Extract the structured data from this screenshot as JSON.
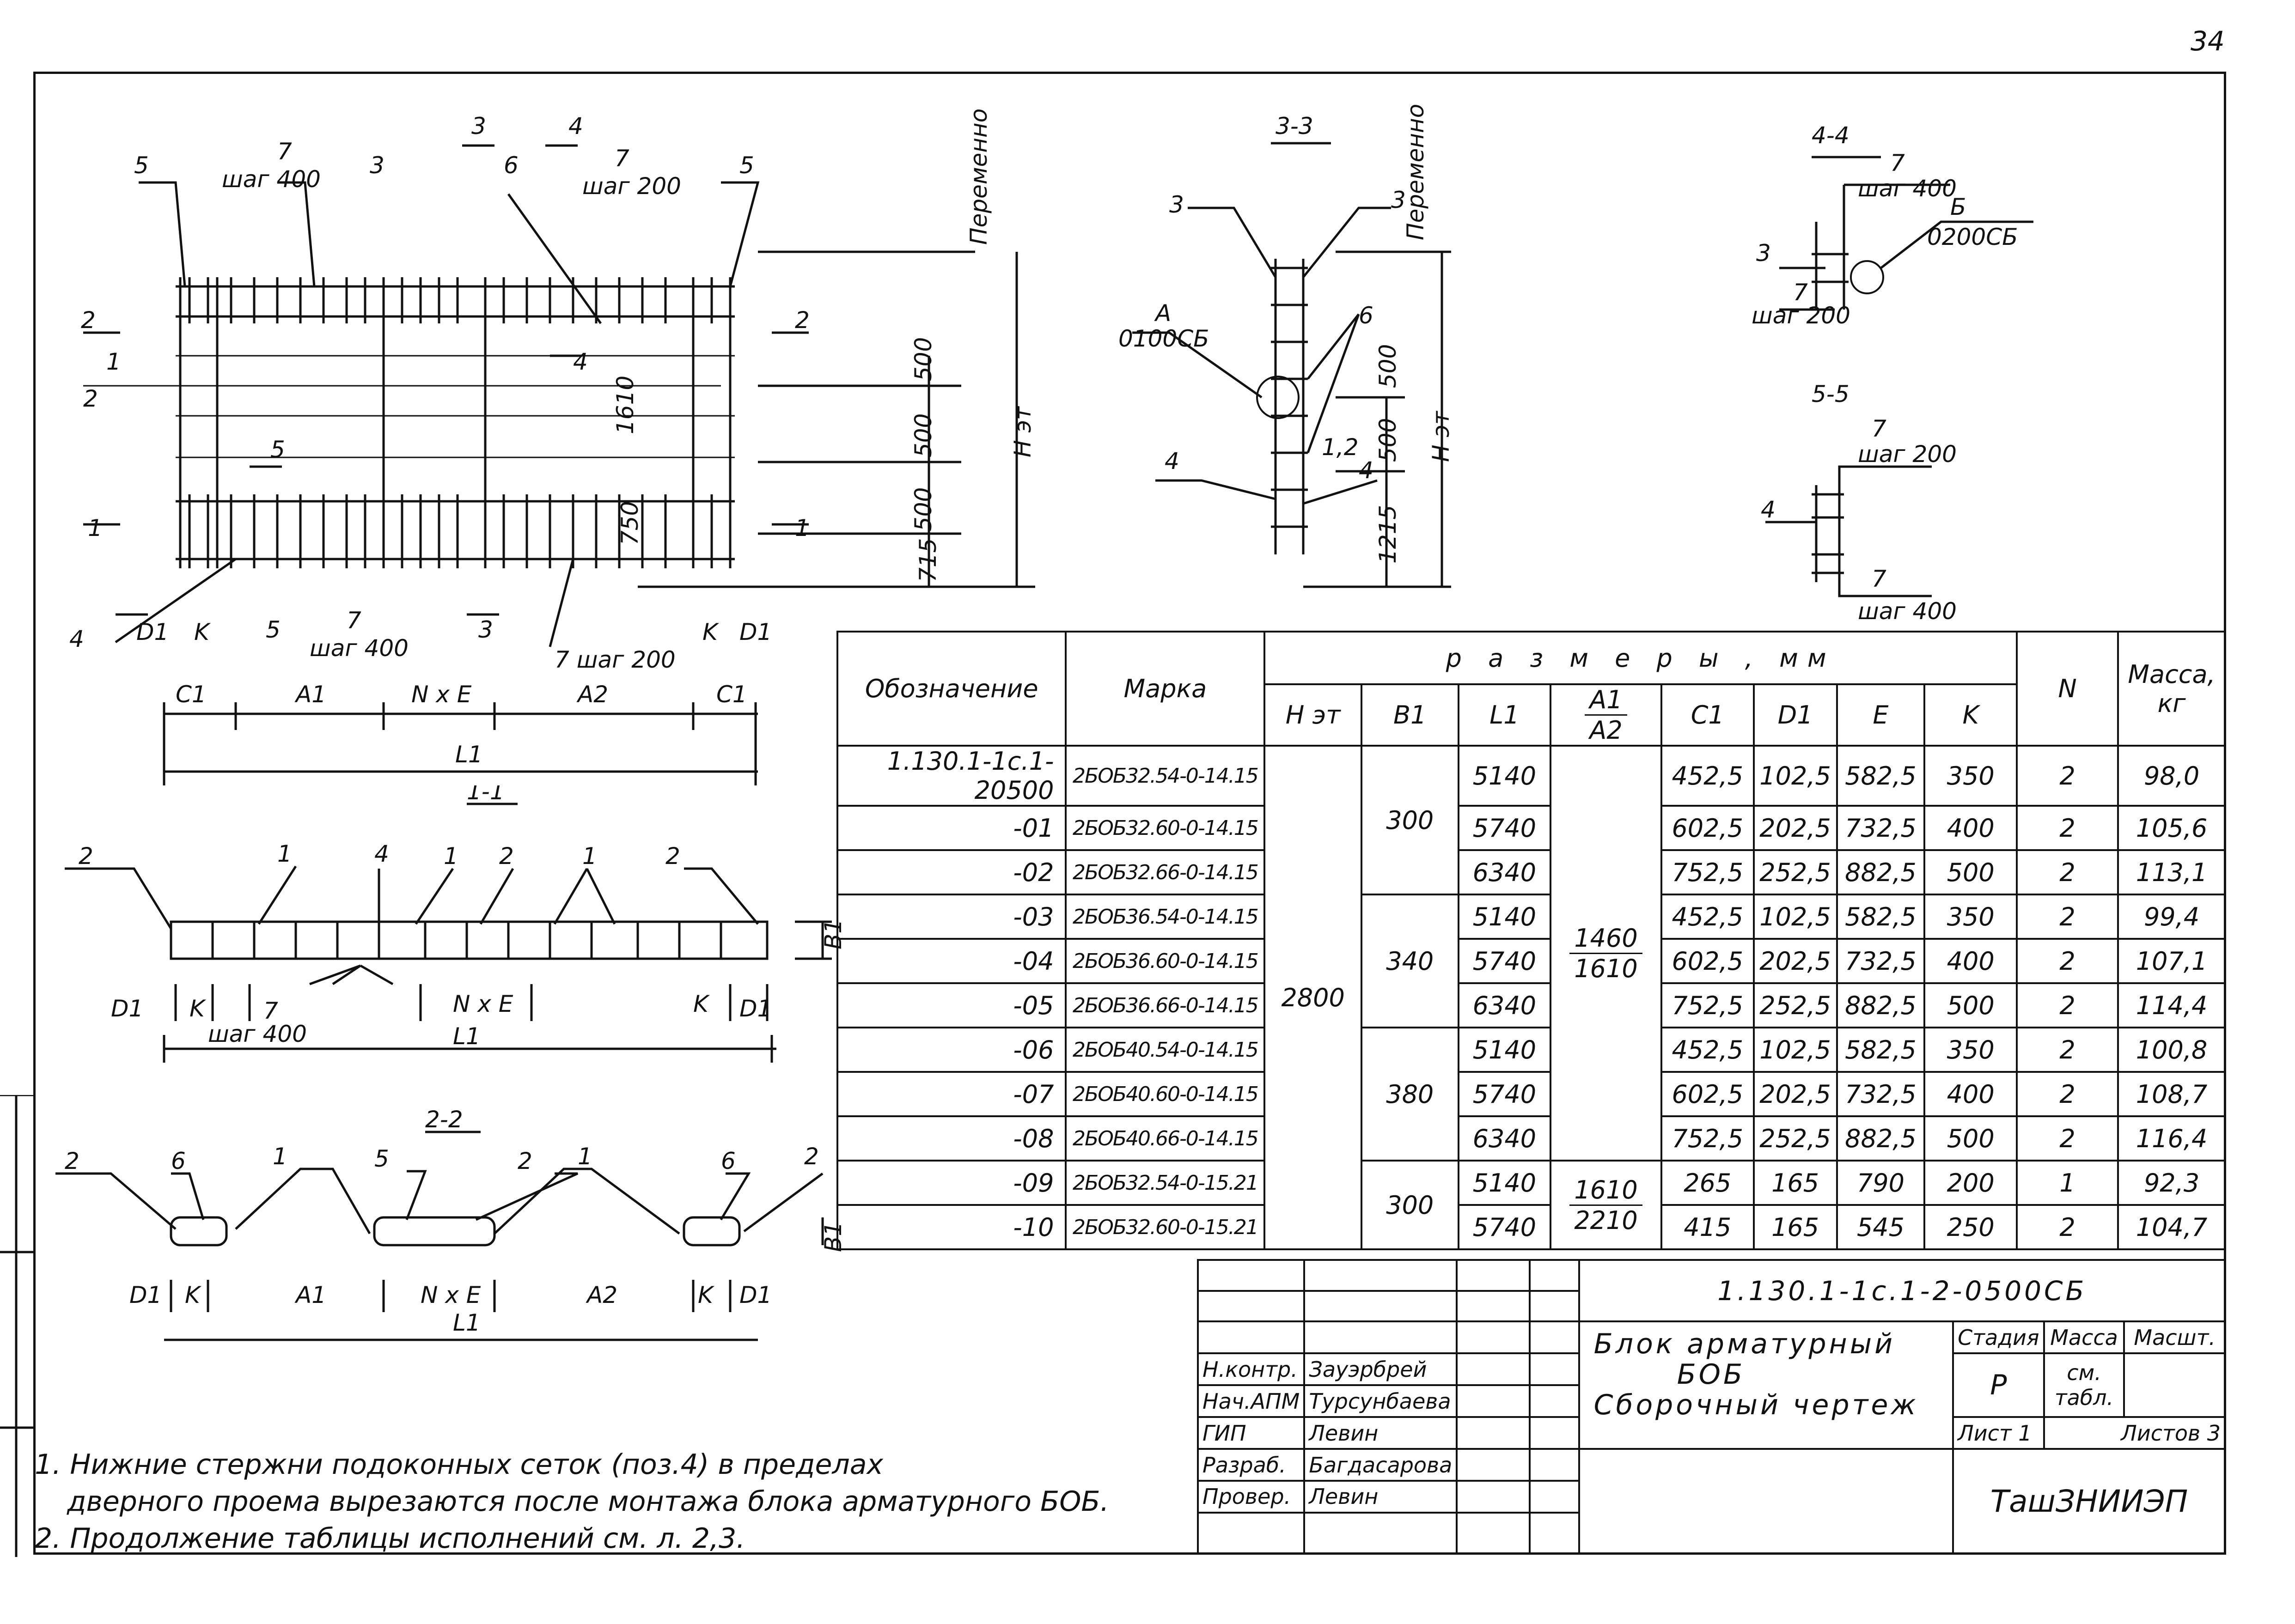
{
  "sheet_number": "34",
  "views": {
    "plan": {
      "labels": [
        "5",
        "7",
        "шаг 400",
        "3",
        "6",
        "7",
        "шаг 200",
        "5",
        "3",
        "4",
        "2",
        "2",
        "1",
        "2",
        "4",
        "5",
        "1",
        "1",
        "4",
        "5",
        "7",
        "шаг 400",
        "3",
        "7 шаг 200",
        "D1",
        "K",
        "K",
        "D1",
        "C1",
        "A1",
        "N x E",
        "A2",
        "C1",
        "L1"
      ],
      "dims": [
        "Переменно",
        "500",
        "500",
        "500",
        "1610",
        "750",
        "715",
        "H эт"
      ]
    },
    "section_3_3": {
      "title": "3-3",
      "labels": [
        "3",
        "3",
        "A",
        "0100СБ",
        "6",
        "1,2",
        "4",
        "4"
      ],
      "dims": [
        "Переменно",
        "500",
        "500",
        "1215",
        "H эт"
      ]
    },
    "section_4_4": {
      "title": "4-4",
      "labels": [
        "7",
        "шаг 400",
        "Б",
        "0200СБ",
        "3",
        "7",
        "шаг 200"
      ]
    },
    "section_5_5": {
      "title": "5-5",
      "labels": [
        "7",
        "шаг 200",
        "4",
        "7",
        "шаг 400"
      ]
    },
    "section_1_1": {
      "title": "1-1",
      "labels": [
        "2",
        "1",
        "4",
        "1",
        "2",
        "1",
        "2",
        "B1",
        "D1",
        "K",
        "7",
        "шаг 400",
        "N x E",
        "K",
        "D1",
        "L1"
      ]
    },
    "section_2_2": {
      "title": "2-2",
      "labels": [
        "2",
        "6",
        "1",
        "5",
        "2",
        "1",
        "6",
        "2",
        "B1",
        "D1",
        "K",
        "A1",
        "N x E",
        "A2",
        "K",
        "D1",
        "L1"
      ]
    }
  },
  "table": {
    "headers": {
      "designation": "Обозначение",
      "mark": "Марка",
      "sizes": "р а з м е р ы ,  мм",
      "h": "H эт",
      "b1": "B1",
      "l1": "L1",
      "a1": "A1",
      "a2": "A2",
      "c1": "C1",
      "d1": "D1",
      "e": "E",
      "k": "K",
      "n": "N",
      "mass": "Масса, кг"
    },
    "h_value": "2800",
    "b1_groups": [
      "300",
      "340",
      "380",
      "300"
    ],
    "a_groups": [
      {
        "a1": "1460",
        "a2": "1610"
      },
      {
        "a1": "1610",
        "a2": "2210"
      }
    ],
    "rows": [
      {
        "code": "1.130.1-1с.1-20500",
        "mark": "2БОБ32.54-0-14.15",
        "l1": "5140",
        "c1": "452,5",
        "d1": "102,5",
        "e": "582,5",
        "k": "350",
        "n": "2",
        "mass": "98,0"
      },
      {
        "code": "-01",
        "mark": "2БОБ32.60-0-14.15",
        "l1": "5740",
        "c1": "602,5",
        "d1": "202,5",
        "e": "732,5",
        "k": "400",
        "n": "2",
        "mass": "105,6"
      },
      {
        "code": "-02",
        "mark": "2БОБ32.66-0-14.15",
        "l1": "6340",
        "c1": "752,5",
        "d1": "252,5",
        "e": "882,5",
        "k": "500",
        "n": "2",
        "mass": "113,1"
      },
      {
        "code": "-03",
        "mark": "2БОБ36.54-0-14.15",
        "l1": "5140",
        "c1": "452,5",
        "d1": "102,5",
        "e": "582,5",
        "k": "350",
        "n": "2",
        "mass": "99,4"
      },
      {
        "code": "-04",
        "mark": "2БОБ36.60-0-14.15",
        "l1": "5740",
        "c1": "602,5",
        "d1": "202,5",
        "e": "732,5",
        "k": "400",
        "n": "2",
        "mass": "107,1"
      },
      {
        "code": "-05",
        "mark": "2БОБ36.66-0-14.15",
        "l1": "6340",
        "c1": "752,5",
        "d1": "252,5",
        "e": "882,5",
        "k": "500",
        "n": "2",
        "mass": "114,4"
      },
      {
        "code": "-06",
        "mark": "2БОБ40.54-0-14.15",
        "l1": "5140",
        "c1": "452,5",
        "d1": "102,5",
        "e": "582,5",
        "k": "350",
        "n": "2",
        "mass": "100,8"
      },
      {
        "code": "-07",
        "mark": "2БОБ40.60-0-14.15",
        "l1": "5740",
        "c1": "602,5",
        "d1": "202,5",
        "e": "732,5",
        "k": "400",
        "n": "2",
        "mass": "108,7"
      },
      {
        "code": "-08",
        "mark": "2БОБ40.66-0-14.15",
        "l1": "6340",
        "c1": "752,5",
        "d1": "252,5",
        "e": "882,5",
        "k": "500",
        "n": "2",
        "mass": "116,4"
      },
      {
        "code": "-09",
        "mark": "2БОБ32.54-0-15.21",
        "l1": "5140",
        "c1": "265",
        "d1": "165",
        "e": "790",
        "k": "200",
        "n": "1",
        "mass": "92,3"
      },
      {
        "code": "-10",
        "mark": "2БОБ32.60-0-15.21",
        "l1": "5740",
        "c1": "415",
        "d1": "165",
        "e": "545",
        "k": "250",
        "n": "2",
        "mass": "104,7"
      }
    ]
  },
  "stamp": {
    "doc_code": "1.130.1-1с.1-2-0500СБ",
    "title_line1": "Блок арматурный",
    "title_line2": "БОБ",
    "title_line3": "Сборочный чертеж",
    "stage_label": "Стадия",
    "mass_label": "Масса",
    "scale_label": "Масшт.",
    "stage_value": "Р",
    "mass_value": "см. табл.",
    "sheet_label": "Лист 1",
    "sheets_label": "Листов 3",
    "org": "ТашЗНИИЭП",
    "signatures": [
      {
        "role": "Н.контр.",
        "name": "Зауэрбрей"
      },
      {
        "role": "Нач.АПМ",
        "name": "Турсунбаева"
      },
      {
        "role": "ГИП",
        "name": "Левин"
      },
      {
        "role": "Разраб.",
        "name": "Багдасарова"
      },
      {
        "role": "Провер.",
        "name": "Левин"
      }
    ]
  },
  "notes": [
    "1. Нижние стержни подоконных сеток (поз.4) в пределах",
    "дверного проема вырезаются после монтажа блока арматурного БОБ.",
    "2. Продолжение таблицы исполнений см. л. 2,3."
  ]
}
